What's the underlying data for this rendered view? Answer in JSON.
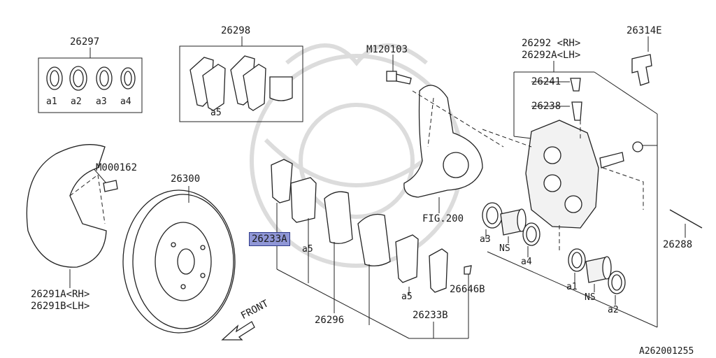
{
  "colors": {
    "highlight": "#8f96d6",
    "line": "#222222",
    "watermark": "#dcdcdc"
  },
  "labels": {
    "p26297": "26297",
    "a1_top": "a1",
    "a2_top": "a2",
    "a3_top": "a3",
    "a4_top": "a4",
    "p26298": "26298",
    "a5_top": "a5",
    "m120103": "M120103",
    "p26292": "26292 <RH>",
    "p26292a": "26292A<LH>",
    "p26314e": "26314E",
    "p26241": "26241",
    "p26238": "26238",
    "m000162": "M000162",
    "p26300": "26300",
    "p26233a": "26233A",
    "a5_mid": "a5",
    "fig200": "FIG.200",
    "a3_mid": "a3",
    "ns_left": "NS",
    "a4_mid": "a4",
    "p26288": "26288",
    "a1_bot": "a1",
    "ns_right": "NS",
    "a2_bot": "a2",
    "a5_low": "a5",
    "p26646b": "26646B",
    "p26291a": "26291A<RH>",
    "p26291b": "26291B<LH>",
    "front": "FRONT",
    "p26296": "26296",
    "p26233b": "26233B",
    "code": "A262001255"
  }
}
